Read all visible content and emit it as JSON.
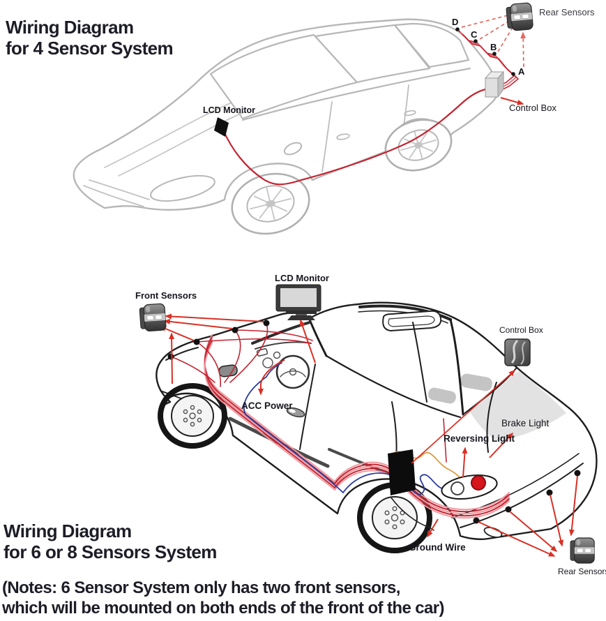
{
  "colors": {
    "wire_red": "#c32430",
    "wire_pink": "#ef9aa1",
    "arrow_red": "#d93025",
    "dashed_arrow_red": "#df6a60",
    "wire_blue": "#2b3c9e",
    "wire_orange": "#dd9a3c",
    "car_gray": "#b7b7b7",
    "car_black": "#1d1d1d"
  },
  "top_diagram": {
    "title_line1": "Wiring Diagram",
    "title_line2": "for 4 Sensor System",
    "labels": {
      "lcd_monitor": "LCD Monitor",
      "control_box": "Control Box",
      "rear_sensors": "Rear Sensors"
    },
    "sensor_points": [
      "D",
      "C",
      "B",
      "A"
    ]
  },
  "bottom_diagram": {
    "title_line1": "Wiring Diagram",
    "title_line2": "for 6 or 8 Sensors System",
    "labels": {
      "front_sensors": "Front Sensors",
      "lcd_monitor": "LCD Monitor",
      "acc_power": "ACC Power",
      "control_box": "Control Box",
      "brake_light": "Brake Light",
      "reversing_light": "Reversing Light",
      "ground_wire": "Ground Wire",
      "rear_sensors": "Rear Sensors"
    }
  },
  "notes": {
    "line1": "(Notes: 6 Sensor System only has two front sensors,",
    "line2": "which will be mounted on both ends of the front of the car)"
  }
}
